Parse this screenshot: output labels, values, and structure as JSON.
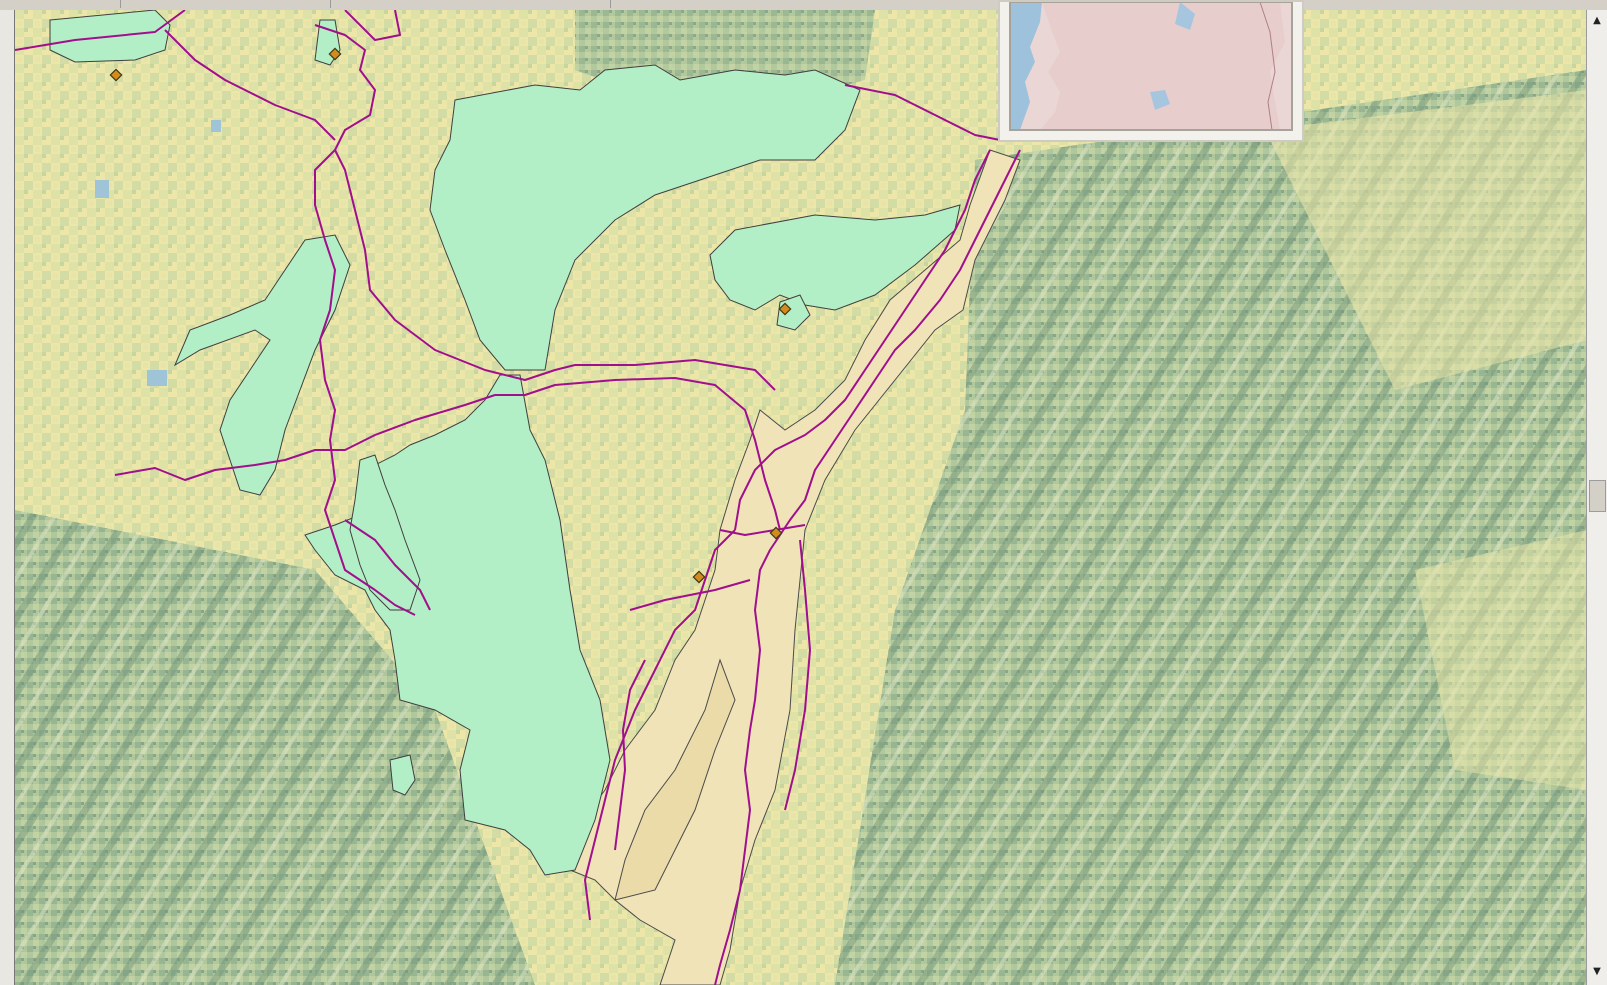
{
  "window": {
    "title": ""
  },
  "map": {
    "layers": [
      "landcover-raster",
      "lowland-polygons",
      "wetland-polygons",
      "rivers",
      "point-features"
    ],
    "colors": {
      "land_light": "#ece7a9",
      "land_mid": "#c7d5a1",
      "land_dark": "#90b08e",
      "relief_dark": "#6f9278",
      "water": "#9fc4d8",
      "wetland": "#b3efc6",
      "lowland": "#f0e3b8",
      "river": "#a10f8d",
      "outline": "#3a3a3a",
      "point_fill": "#d58a1c",
      "point_stroke": "#3b3b1a"
    },
    "point_icon": "diamond-point-icon"
  },
  "overview": {
    "label": ""
  },
  "scrollbar": {
    "up_icon": "▲",
    "down_icon": "▼"
  }
}
